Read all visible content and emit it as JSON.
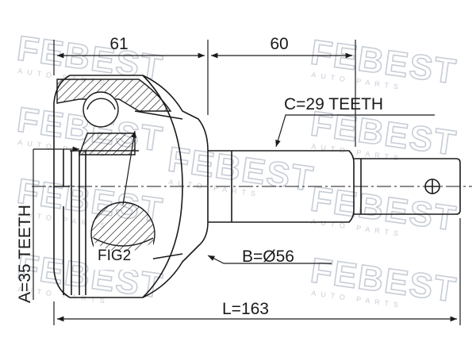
{
  "dimensions": {
    "d61": "61",
    "d60": "60",
    "length": "L=163"
  },
  "callouts": {
    "spline_c": "C=29 TEETH",
    "diameter_b": "B=Ø56",
    "spline_a": "A=35 TEETH",
    "figure": "FIG2"
  },
  "watermark": {
    "brand": "FEBEST",
    "tagline": "AUTO PARTS"
  },
  "colors": {
    "line": "#1a1a1a",
    "watermark": "#c8cdd6"
  }
}
